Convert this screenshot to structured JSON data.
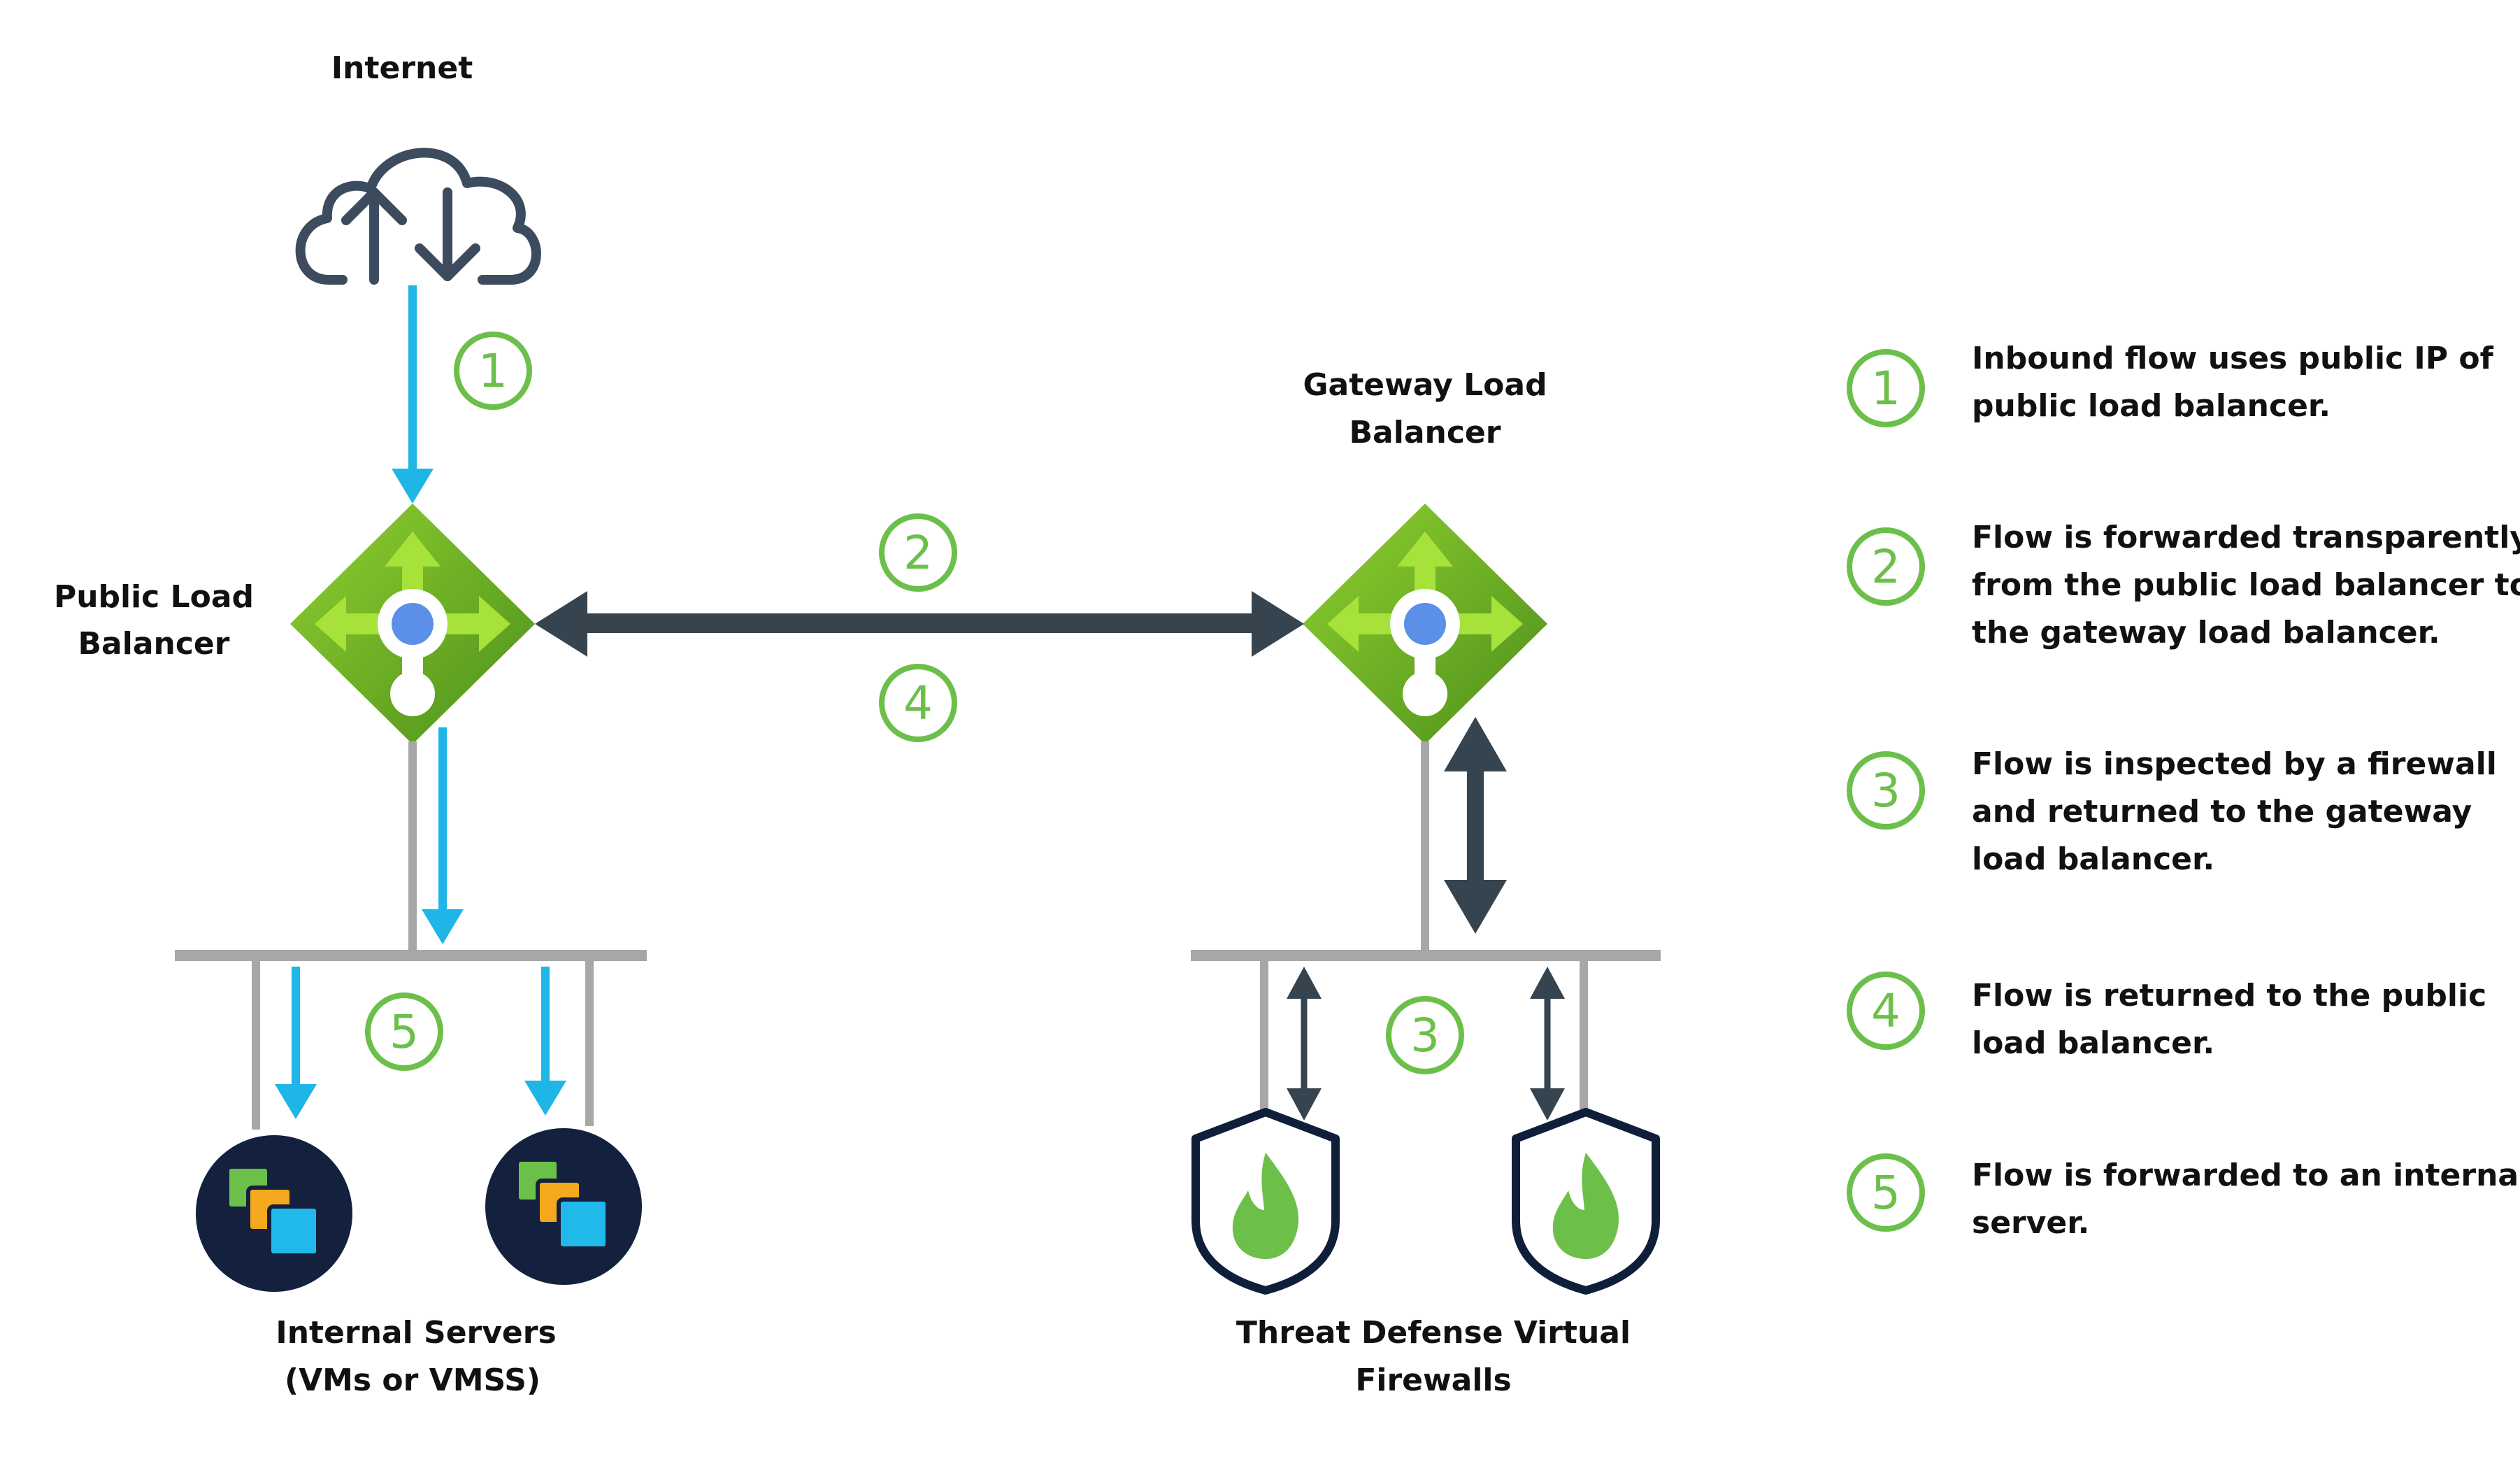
{
  "nodes": {
    "internet": {
      "label": "Internet"
    },
    "public_lb": {
      "label_lines": [
        "Public Load",
        "Balancer"
      ]
    },
    "gateway_lb": {
      "label_lines": [
        "Gateway Load",
        "Balancer"
      ]
    },
    "servers": {
      "label_lines": [
        "Internal Servers",
        "(VMs or VMSS)"
      ]
    },
    "firewalls": {
      "label_lines": [
        "Threat Defense Virtual",
        "Firewalls"
      ]
    }
  },
  "step_markers": [
    "1",
    "2",
    "3",
    "4",
    "5"
  ],
  "legend": [
    {
      "num": "1",
      "lines": [
        "Inbound flow uses public IP of",
        "public load balancer."
      ]
    },
    {
      "num": "2",
      "lines": [
        "Flow is forwarded transparently",
        "from the public load balancer to",
        "the gateway load balancer."
      ]
    },
    {
      "num": "3",
      "lines": [
        "Flow is inspected by a firewall",
        "and returned to the gateway",
        "load balancer."
      ]
    },
    {
      "num": "4",
      "lines": [
        "Flow is returned to the public",
        "load balancer."
      ]
    },
    {
      "num": "5",
      "lines": [
        "Flow is forwarded to an internal",
        "server."
      ]
    }
  ],
  "colors": {
    "green": "#6cbf4a",
    "flow_blue": "#1fb5e6",
    "dark_arrow": "#36444f",
    "bus_gray": "#a7a7a7",
    "lb_green_dark": "#5a9a22",
    "lb_green_light": "#a6e23a",
    "node_blue": "#5b8fe8",
    "server_bg": "#14213e",
    "shield_outline": "#0f1f3a"
  },
  "icons": {
    "internet": "cloud-upload-download-icon",
    "load_balancer": "load-balancer-diamond-icon",
    "server": "vm-server-icon",
    "firewall": "firewall-shield-icon"
  }
}
